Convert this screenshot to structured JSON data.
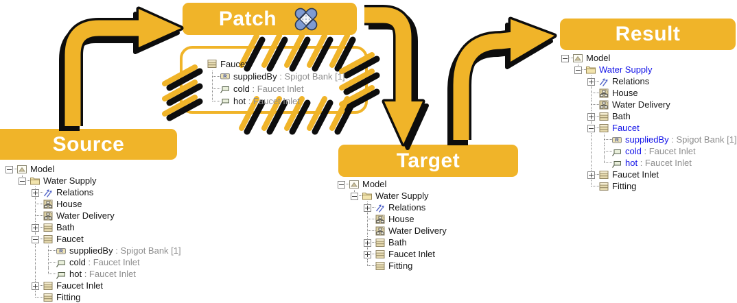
{
  "colors": {
    "gold": "#F0B429",
    "blue": "#1212E8",
    "gray": "#8d8d8d"
  },
  "banners": {
    "source": "Source",
    "patch": "Patch",
    "target": "Target",
    "result": "Result"
  },
  "patch_tree": {
    "rows": [
      {
        "cells": [],
        "icon": "class-icon",
        "label": "Faucet"
      },
      {
        "cells": [
          "t"
        ],
        "icon": "reference-icon",
        "label": "suppliedBy",
        "detail": " : Spigot Bank [1]"
      },
      {
        "cells": [
          "t"
        ],
        "icon": "port-icon",
        "label": "cold",
        "detail": " : Faucet Inlet"
      },
      {
        "cells": [
          "l"
        ],
        "icon": "port-icon",
        "label": "hot",
        "detail": " : Faucet Inlet"
      }
    ]
  },
  "source_tree": {
    "rows": [
      {
        "cells": [
          "minus-h"
        ],
        "icon": "model-icon",
        "label": "Model"
      },
      {
        "cells": [
          "blank",
          "minus-l"
        ],
        "icon": "folder-icon",
        "label": "Water Supply"
      },
      {
        "cells": [
          "blank",
          "blank",
          "plus-t"
        ],
        "icon": "relations-icon",
        "label": "Relations"
      },
      {
        "cells": [
          "blank",
          "blank",
          "t"
        ],
        "icon": "block-diagram-icon",
        "label": "House"
      },
      {
        "cells": [
          "blank",
          "blank",
          "t"
        ],
        "icon": "block-diagram-icon",
        "label": "Water Delivery"
      },
      {
        "cells": [
          "blank",
          "blank",
          "plus-t"
        ],
        "icon": "class-icon",
        "label": "Bath"
      },
      {
        "cells": [
          "blank",
          "blank",
          "minus-t"
        ],
        "icon": "class-icon",
        "label": "Faucet"
      },
      {
        "cells": [
          "blank",
          "blank",
          "v",
          "t"
        ],
        "icon": "reference-icon",
        "label": "suppliedBy",
        "detail": " : Spigot Bank [1]"
      },
      {
        "cells": [
          "blank",
          "blank",
          "v",
          "t"
        ],
        "icon": "port-icon",
        "label": "cold",
        "detail": " : Faucet Inlet"
      },
      {
        "cells": [
          "blank",
          "blank",
          "v",
          "l"
        ],
        "icon": "port-icon",
        "label": "hot",
        "detail": " : Faucet Inlet"
      },
      {
        "cells": [
          "blank",
          "blank",
          "plus-t"
        ],
        "icon": "class-icon",
        "label": "Faucet Inlet"
      },
      {
        "cells": [
          "blank",
          "blank",
          "l"
        ],
        "icon": "class-icon",
        "label": "Fitting"
      }
    ]
  },
  "target_tree": {
    "rows": [
      {
        "cells": [
          "minus-h"
        ],
        "icon": "model-icon",
        "label": "Model"
      },
      {
        "cells": [
          "blank",
          "minus-l"
        ],
        "icon": "folder-icon",
        "label": "Water Supply"
      },
      {
        "cells": [
          "blank",
          "blank",
          "plus-t"
        ],
        "icon": "relations-icon",
        "label": "Relations"
      },
      {
        "cells": [
          "blank",
          "blank",
          "t"
        ],
        "icon": "block-diagram-icon",
        "label": "House"
      },
      {
        "cells": [
          "blank",
          "blank",
          "t"
        ],
        "icon": "block-diagram-icon",
        "label": "Water Delivery"
      },
      {
        "cells": [
          "blank",
          "blank",
          "plus-t"
        ],
        "icon": "class-icon",
        "label": "Bath"
      },
      {
        "cells": [
          "blank",
          "blank",
          "plus-t"
        ],
        "icon": "class-icon",
        "label": "Faucet Inlet"
      },
      {
        "cells": [
          "blank",
          "blank",
          "l"
        ],
        "icon": "class-icon",
        "label": "Fitting"
      }
    ]
  },
  "result_tree": {
    "rows": [
      {
        "cells": [
          "minus-h"
        ],
        "icon": "model-icon",
        "label": "Model"
      },
      {
        "cells": [
          "blank",
          "minus-l"
        ],
        "icon": "folder-icon",
        "label": "Water Supply",
        "color": "blue"
      },
      {
        "cells": [
          "blank",
          "blank",
          "plus-t"
        ],
        "icon": "relations-icon",
        "label": "Relations"
      },
      {
        "cells": [
          "blank",
          "blank",
          "t"
        ],
        "icon": "block-diagram-icon",
        "label": "House"
      },
      {
        "cells": [
          "blank",
          "blank",
          "t"
        ],
        "icon": "block-diagram-icon",
        "label": "Water Delivery"
      },
      {
        "cells": [
          "blank",
          "blank",
          "plus-t"
        ],
        "icon": "class-icon",
        "label": "Bath"
      },
      {
        "cells": [
          "blank",
          "blank",
          "minus-t"
        ],
        "icon": "class-icon",
        "label": "Faucet",
        "color": "blue"
      },
      {
        "cells": [
          "blank",
          "blank",
          "v",
          "t"
        ],
        "icon": "reference-icon",
        "label": "suppliedBy",
        "color": "blue",
        "detail": " : Spigot Bank [1]"
      },
      {
        "cells": [
          "blank",
          "blank",
          "v",
          "t"
        ],
        "icon": "port-icon",
        "label": "cold",
        "color": "blue",
        "detail": " : Faucet Inlet"
      },
      {
        "cells": [
          "blank",
          "blank",
          "v",
          "l"
        ],
        "icon": "port-icon",
        "label": "hot",
        "color": "blue",
        "detail": " : Faucet Inlet"
      },
      {
        "cells": [
          "blank",
          "blank",
          "plus-t"
        ],
        "icon": "class-icon",
        "label": "Faucet Inlet"
      },
      {
        "cells": [
          "blank",
          "blank",
          "l"
        ],
        "icon": "class-icon",
        "label": "Fitting"
      }
    ]
  }
}
